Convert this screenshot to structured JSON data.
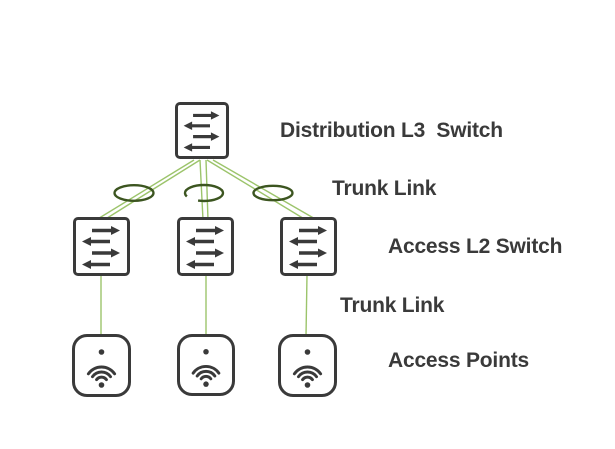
{
  "labels": {
    "distribution": "Distribution L3  Switch",
    "trunk_link_top": "Trunk Link",
    "access_l2": "Access L2 Switch",
    "trunk_link_bottom": "Trunk Link",
    "access_points": "Access Points"
  },
  "nodes": {
    "distribution_switch_count": 1,
    "access_switch_count": 3,
    "access_point_count": 3,
    "trunk_oval_count": 3
  },
  "icons": {
    "switch": "switch-arrows-icon",
    "access_point": "wifi-icon",
    "trunk_oval": "oval-loop-icon"
  },
  "colors": {
    "background": "#ffffff",
    "outline": "#3a3a3a",
    "text": "#3a3a3a",
    "trunk_line": "#9cc46b",
    "oval_stroke": "#3c5520"
  }
}
